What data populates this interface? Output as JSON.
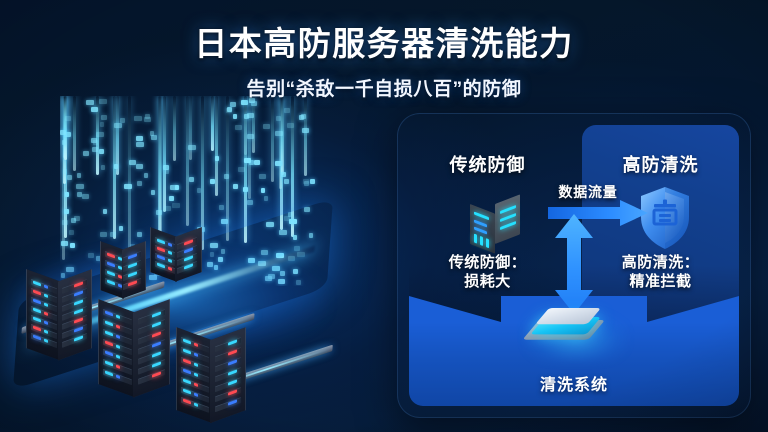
{
  "header": {
    "title": "日本高防服务器清洗能力",
    "subtitle": "告别“杀敌一千自损八百”的防御"
  },
  "illustration": {
    "name": "datacenter-server-racks",
    "description": "等距机房服务器机柜与数据流光效"
  },
  "diagram": {
    "left_panel": {
      "title": "传统防御",
      "icon": "server-icon",
      "caption": "传统防御：\n损耗大",
      "caption_line1": "传统防御：",
      "caption_line2": "损耗大"
    },
    "right_panel": {
      "title": "高防清洗",
      "icon": "shield-icon",
      "caption_line1": "高防清洗：",
      "caption_line2": "精准拦截"
    },
    "flow_label": "数据流量",
    "bottom_panel": {
      "label": "清洗系统",
      "icon": "platform-icon"
    }
  },
  "colors": {
    "page_bg": "#04142c",
    "accent_cyan": "#38d8ff",
    "accent_blue": "#1a5ed6",
    "panel_bg": "#0e2a57",
    "card_bg": "#10387f",
    "text_primary": "#ffffff"
  }
}
